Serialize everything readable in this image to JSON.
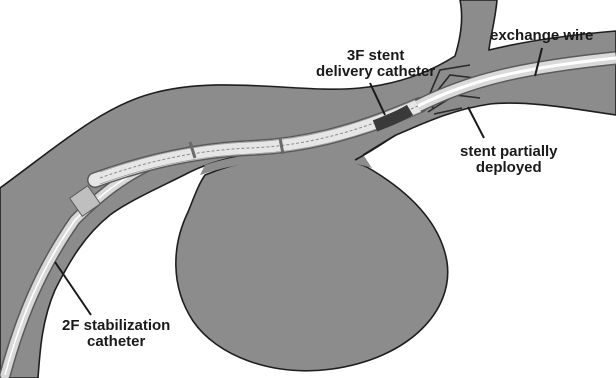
{
  "labels": {
    "stent_delivery": {
      "line1": "3F stent",
      "line2": "delivery catheter"
    },
    "exchange_wire": "exchange wire",
    "stent_partial": {
      "line1": "stent partially",
      "line2": "deployed"
    },
    "stabilization": {
      "line1": "2F stabilization",
      "line2": "catheter"
    }
  },
  "colors": {
    "vessel_fill": "#8c8c8c",
    "vessel_stroke": "#1e1e1e",
    "catheter_outer": "#d8d8d8",
    "catheter_edge": "#5a5a5a",
    "wire": "#ffffff",
    "label_text": "#1a1a1a"
  }
}
